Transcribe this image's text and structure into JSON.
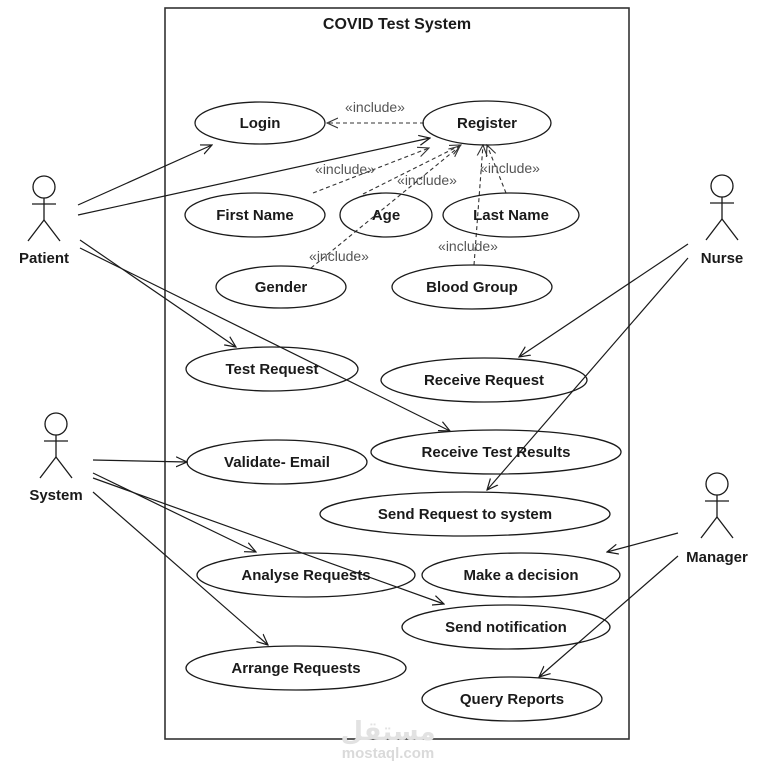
{
  "diagram": {
    "type": "uml-use-case",
    "system_title": "COVID Test System",
    "colors": {
      "stroke": "#1a1a1a",
      "text": "#1a1a1a",
      "stereotype": "#555555",
      "background": "#ffffff"
    },
    "actors": [
      {
        "id": "patient",
        "label": "Patient"
      },
      {
        "id": "system",
        "label": "System"
      },
      {
        "id": "nurse",
        "label": "Nurse"
      },
      {
        "id": "manager",
        "label": "Manager"
      }
    ],
    "use_cases": [
      {
        "id": "login",
        "label": "Login"
      },
      {
        "id": "register",
        "label": "Register"
      },
      {
        "id": "first_name",
        "label": "First Name"
      },
      {
        "id": "age",
        "label": "Age"
      },
      {
        "id": "last_name",
        "label": "Last Name"
      },
      {
        "id": "gender",
        "label": "Gender"
      },
      {
        "id": "blood_group",
        "label": "Blood Group"
      },
      {
        "id": "test_request",
        "label": "Test Request"
      },
      {
        "id": "receive_request",
        "label": "Receive Request"
      },
      {
        "id": "validate_email",
        "label": "Validate- Email"
      },
      {
        "id": "receive_test_results",
        "label": "Receive Test Results"
      },
      {
        "id": "send_request_to_system",
        "label": "Send Request to system"
      },
      {
        "id": "analyse_requests",
        "label": "Analyse Requests"
      },
      {
        "id": "make_decision",
        "label": "Make a decision"
      },
      {
        "id": "send_notification",
        "label": "Send notification"
      },
      {
        "id": "arrange_requests",
        "label": "Arrange Requests"
      },
      {
        "id": "query_reports",
        "label": "Query Reports"
      }
    ],
    "associations": [
      {
        "from": "patient",
        "to": "login"
      },
      {
        "from": "patient",
        "to": "register"
      },
      {
        "from": "patient",
        "to": "test_request"
      },
      {
        "from": "patient",
        "to": "receive_test_results"
      },
      {
        "from": "system",
        "to": "validate_email"
      },
      {
        "from": "system",
        "to": "analyse_requests"
      },
      {
        "from": "system",
        "to": "send_notification"
      },
      {
        "from": "system",
        "to": "arrange_requests"
      },
      {
        "from": "nurse",
        "to": "receive_request"
      },
      {
        "from": "nurse",
        "to": "send_request_to_system"
      },
      {
        "from": "manager",
        "to": "make_decision"
      },
      {
        "from": "manager",
        "to": "query_reports"
      }
    ],
    "include_label": "«include»",
    "includes": [
      {
        "from": "register",
        "to": "login"
      },
      {
        "from": "first_name",
        "to": "register"
      },
      {
        "from": "age",
        "to": "register"
      },
      {
        "from": "gender",
        "to": "register"
      },
      {
        "from": "last_name",
        "to": "register"
      },
      {
        "from": "blood_group",
        "to": "register"
      }
    ],
    "watermark": {
      "arabic": "مستقل",
      "latin": "mostaql.com"
    }
  }
}
